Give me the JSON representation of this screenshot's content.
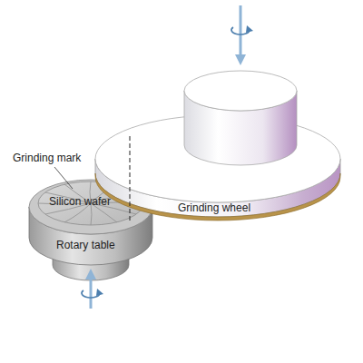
{
  "diagram": {
    "labels": [
      "Grinding mark",
      "Silicon wafer",
      "Rotary table",
      "Grinding wheel"
    ]
  }
}
